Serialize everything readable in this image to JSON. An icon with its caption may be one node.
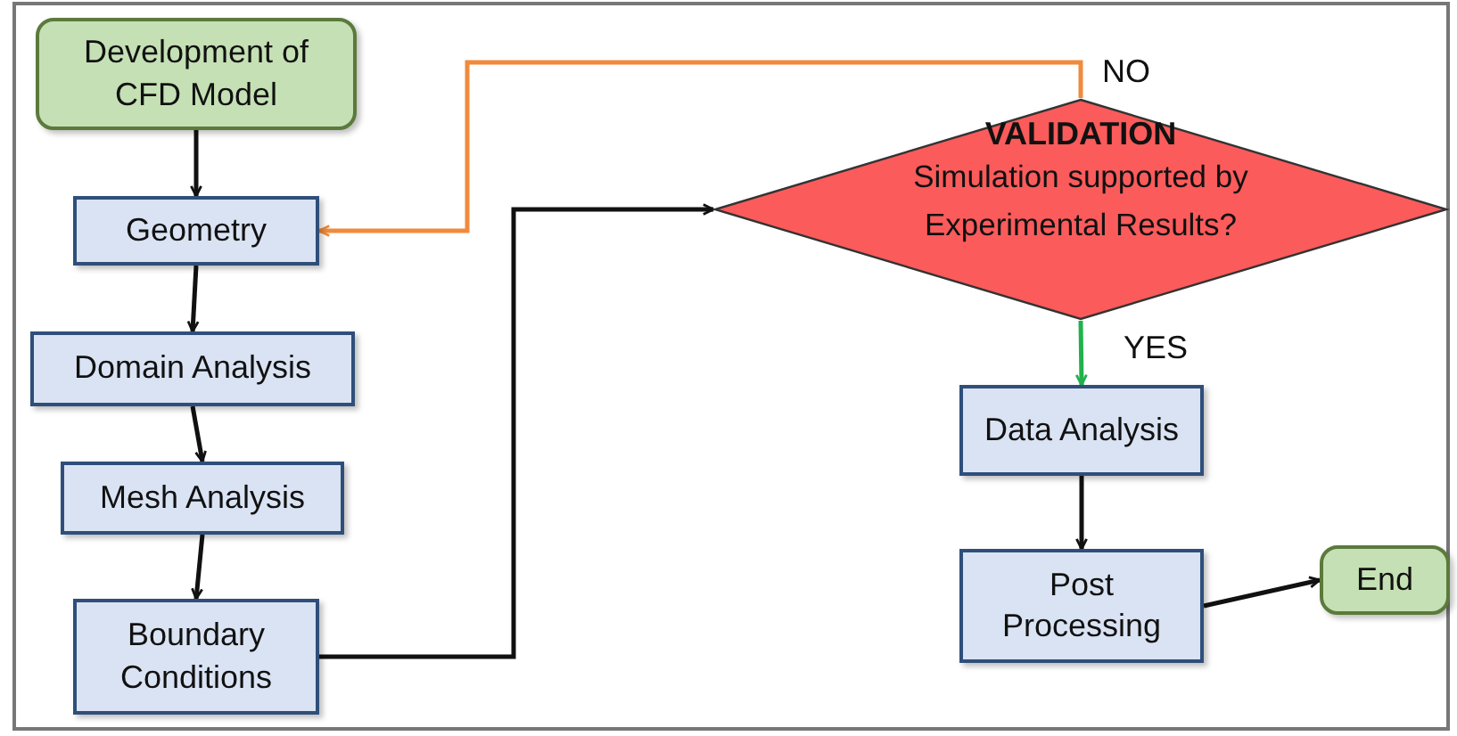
{
  "diagram": {
    "nodes": [
      {
        "text": [
          "Development of CFD Model"
        ]
      },
      {
        "text": [
          "Geometry"
        ]
      },
      {
        "text": [
          "Domain Analysis"
        ]
      },
      {
        "text": [
          "Mesh Analysis"
        ]
      },
      {
        "text": [
          "Boundary Conditions"
        ]
      },
      {
        "text": [
          "VALIDATION",
          "Simulation supported by Experimental Results?"
        ]
      },
      {
        "text": [
          "Data Analysis"
        ]
      },
      {
        "text": [
          "Post Processing"
        ]
      },
      {
        "text": [
          "End"
        ]
      }
    ],
    "edges": [
      {
        "from": 0,
        "to": 1,
        "arrow": "to"
      },
      {
        "from": 1,
        "to": 2,
        "arrow": "to"
      },
      {
        "from": 2,
        "to": 3,
        "arrow": "to"
      },
      {
        "from": 3,
        "to": 4,
        "arrow": "to"
      },
      {
        "from": 4,
        "to": 5,
        "arrow": "to"
      },
      {
        "from": 5,
        "to": 1,
        "arrow": "to",
        "label": "NO",
        "color": "#f08a3c"
      },
      {
        "from": 5,
        "to": 6,
        "arrow": "to",
        "label": "YES",
        "color": "#22b14c"
      },
      {
        "from": 6,
        "to": 7,
        "arrow": "to"
      },
      {
        "from": 7,
        "to": 8,
        "arrow": "to"
      }
    ]
  }
}
